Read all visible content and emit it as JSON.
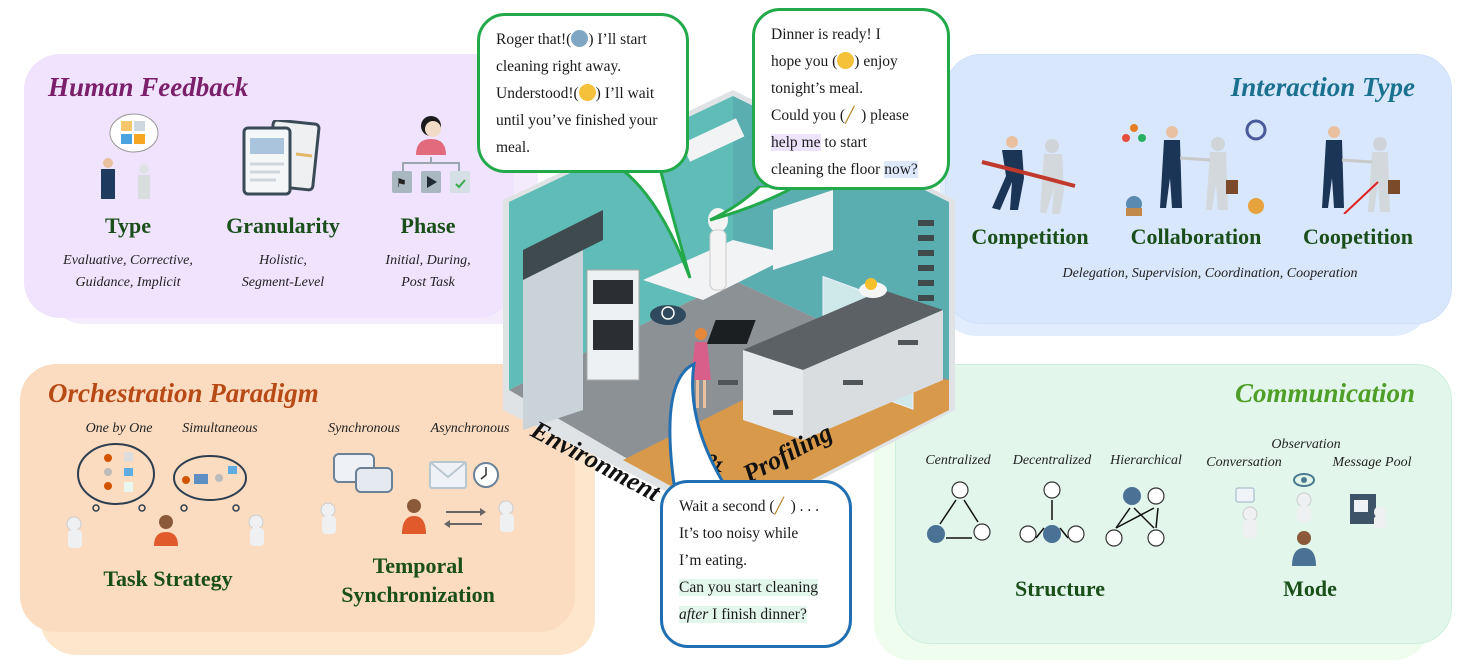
{
  "panels": {
    "human_feedback": {
      "title": "Human Feedback",
      "color": "#7b1f6a",
      "categories": [
        {
          "label": "Type",
          "items": [
            "Evaluative, Corrective,",
            "Guidance, Implicit"
          ]
        },
        {
          "label": "Granularity",
          "items": [
            "Holistic,",
            "Segment-Level"
          ]
        },
        {
          "label": "Phase",
          "items": [
            "Initial, During,",
            "Post Task"
          ]
        }
      ]
    },
    "interaction_type": {
      "title": "Interaction Type",
      "color": "#19708f",
      "categories": [
        {
          "label": "Competition"
        },
        {
          "label": "Collaboration"
        },
        {
          "label": "Coopetition"
        }
      ],
      "subtypes": "Delegation, Supervision, Coordination, Cooperation"
    },
    "orchestration": {
      "title": "Orchestration Paradigm",
      "color": "#b84a16",
      "task_strategy": {
        "label": "Task Strategy",
        "options": [
          "One by One",
          "Simultaneous"
        ]
      },
      "temporal": {
        "label_line1": "Temporal",
        "label_line2": "Synchronization",
        "options": [
          "Synchronous",
          "Asynchronous"
        ]
      }
    },
    "communication": {
      "title": "Communication",
      "color": "#4f9e27",
      "structure": {
        "label": "Structure",
        "options": [
          "Centralized",
          "Decentralized",
          "Hierarchical"
        ]
      },
      "mode": {
        "label": "Mode",
        "options": [
          "Conversation",
          "Observation",
          "Message Pool"
        ]
      }
    }
  },
  "center": {
    "label_left": "Environment",
    "label_amp": "&",
    "label_right": "Profiling"
  },
  "bubbles": {
    "robot_reply": {
      "line1_a": "Roger that!(",
      "line1_emoji": "robot-face",
      "line1_b": ") I’ll start",
      "line2": "cleaning right away.",
      "line3_a": "Understood!(",
      "line3_emoji": "woman-face",
      "line3_b": ") I’ll wait",
      "line4": "until you’ve finished your",
      "line5": "meal."
    },
    "robot_request": {
      "line1": "Dinner is ready! I",
      "line2_a": "hope you (",
      "line2_emoji": "woman-face",
      "line2_b": ") enjoy",
      "line3": "tonight’s meal.",
      "line4_a": "Could you (",
      "line4_emoji": "broom",
      "line4_b": ") please",
      "line5_hl": "help me",
      "line5_b": " to start",
      "line6_a": "cleaning the floor ",
      "line6_hl": "now?"
    },
    "human_reply": {
      "line1_a": "Wait a second (",
      "line1_emoji": "broom",
      "line1_b": ") . . .",
      "line2": "It’s too noisy while",
      "line3": "I’m eating.",
      "line4": "Can you start cleaning",
      "line5_em": "after",
      "line5_b": " I finish dinner?"
    }
  }
}
